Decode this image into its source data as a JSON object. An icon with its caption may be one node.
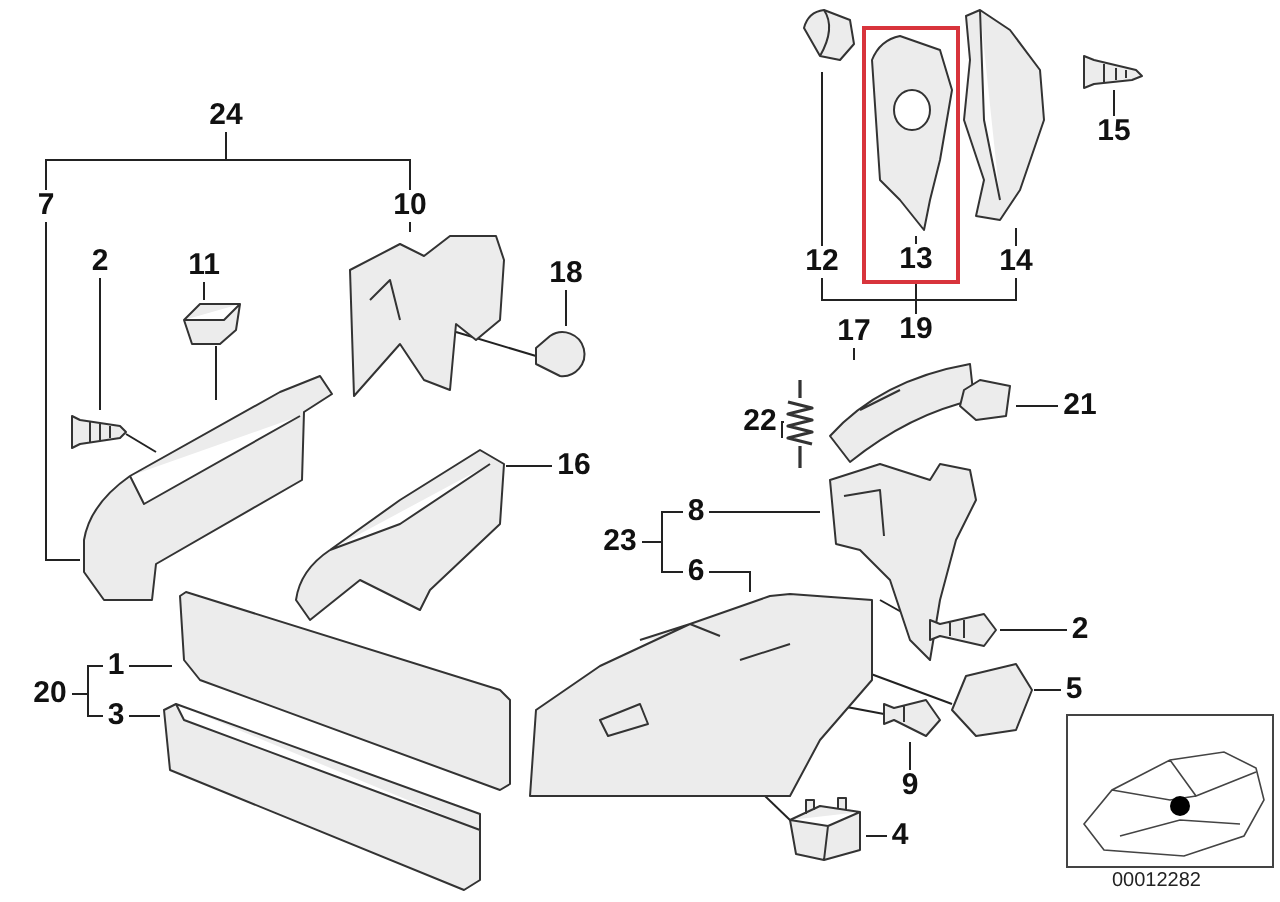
{
  "diagram": {
    "nodes": [
      {
        "text": [
          "24"
        ]
      },
      {
        "text": [
          "7"
        ]
      },
      {
        "text": [
          "10"
        ]
      },
      {
        "text": [
          "2"
        ]
      },
      {
        "text": [
          "11"
        ]
      },
      {
        "text": [
          "18"
        ]
      },
      {
        "text": [
          "16"
        ]
      },
      {
        "text": [
          "12"
        ]
      },
      {
        "text": [],
        "shape": "box"
      },
      {
        "text": [
          "13"
        ],
        "in": 8
      },
      {
        "text": [
          "14"
        ]
      },
      {
        "text": [
          "19"
        ]
      },
      {
        "text": [
          "15"
        ]
      },
      {
        "text": [
          "17"
        ]
      },
      {
        "text": [
          "21"
        ]
      },
      {
        "text": [
          "22"
        ]
      },
      {
        "text": [
          "23"
        ]
      },
      {
        "text": [
          "8"
        ]
      },
      {
        "text": [
          "6"
        ]
      },
      {
        "text": [
          "2"
        ]
      },
      {
        "text": [
          "5"
        ]
      },
      {
        "text": [
          "9"
        ]
      },
      {
        "text": [
          "20"
        ]
      },
      {
        "text": [
          "1"
        ]
      },
      {
        "text": [
          "3"
        ]
      },
      {
        "text": [
          "4"
        ]
      },
      {
        "text": [],
        "shape": "picture"
      },
      {
        "text": [],
        "shape": "picture"
      },
      {
        "text": [],
        "shape": "picture"
      },
      {
        "text": [],
        "shape": "picture"
      },
      {
        "text": [],
        "shape": "picture"
      },
      {
        "text": [],
        "shape": "picture"
      },
      {
        "text": [],
        "shape": "picture"
      },
      {
        "text": [],
        "shape": "picture",
        "in": 8
      },
      {
        "text": [],
        "shape": "picture"
      },
      {
        "text": [],
        "shape": "picture"
      },
      {
        "text": [],
        "shape": "picture"
      },
      {
        "text": [],
        "shape": "picture"
      },
      {
        "text": [],
        "shape": "picture"
      },
      {
        "text": [],
        "shape": "picture"
      },
      {
        "text": [],
        "shape": "picture"
      },
      {
        "text": [],
        "shape": "picture"
      },
      {
        "text": [],
        "shape": "picture"
      },
      {
        "text": [],
        "shape": "picture"
      },
      {
        "text": [],
        "shape": "picture"
      },
      {
        "text": [],
        "shape": "picture"
      },
      {
        "text": [],
        "shape": "picture"
      }
    ],
    "edges": [
      {
        "from": 0,
        "to": 1,
        "arrow": "none"
      },
      {
        "from": 0,
        "to": 2,
        "arrow": "none"
      },
      {
        "from": 1,
        "to": 26,
        "arrow": "none"
      },
      {
        "from": 2,
        "to": 27,
        "arrow": "none"
      },
      {
        "from": 3,
        "to": 28,
        "arrow": "none"
      },
      {
        "from": 4,
        "to": 29,
        "arrow": "none"
      },
      {
        "from": 5,
        "to": 30,
        "arrow": "none"
      },
      {
        "from": 6,
        "to": 31,
        "arrow": "none"
      },
      {
        "from": 7,
        "to": 32,
        "arrow": "none"
      },
      {
        "from": 9,
        "to": 33,
        "arrow": "none"
      },
      {
        "from": 10,
        "to": 34,
        "arrow": "none"
      },
      {
        "from": 11,
        "to": 7,
        "arrow": "none"
      },
      {
        "from": 11,
        "to": 8,
        "arrow": "none"
      },
      {
        "from": 11,
        "to": 10,
        "arrow": "none"
      },
      {
        "from": 12,
        "to": 35,
        "arrow": "none"
      },
      {
        "from": 13,
        "to": 36,
        "arrow": "none"
      },
      {
        "from": 14,
        "to": 37,
        "arrow": "none"
      },
      {
        "from": 15,
        "to": 38,
        "arrow": "none"
      },
      {
        "from": 16,
        "to": 17,
        "arrow": "none"
      },
      {
        "from": 16,
        "to": 18,
        "arrow": "none"
      },
      {
        "from": 17,
        "to": 39,
        "arrow": "none"
      },
      {
        "from": 18,
        "to": 40,
        "arrow": "none"
      },
      {
        "from": 19,
        "to": 41,
        "arrow": "none"
      },
      {
        "from": 20,
        "to": 42,
        "arrow": "none"
      },
      {
        "from": 21,
        "to": 43,
        "arrow": "none"
      },
      {
        "from": 22,
        "to": 23,
        "arrow": "none"
      },
      {
        "from": 22,
        "to": 24,
        "arrow": "none"
      },
      {
        "from": 23,
        "to": 45,
        "arrow": "none"
      },
      {
        "from": 24,
        "to": 46,
        "arrow": "none"
      },
      {
        "from": 25,
        "to": 44,
        "arrow": "none"
      },
      {
        "from": 28,
        "to": 26,
        "arrow": "none"
      },
      {
        "from": 29,
        "to": 26,
        "arrow": "none"
      },
      {
        "from": 30,
        "to": 27,
        "arrow": "none"
      },
      {
        "from": 41,
        "to": 39,
        "arrow": "none"
      },
      {
        "from": 42,
        "to": 40,
        "arrow": "none"
      },
      {
        "from": 43,
        "to": 40,
        "arrow": "none"
      },
      {
        "from": 44,
        "to": 40,
        "arrow": "none"
      }
    ],
    "labels": [
      "00012282"
    ]
  }
}
